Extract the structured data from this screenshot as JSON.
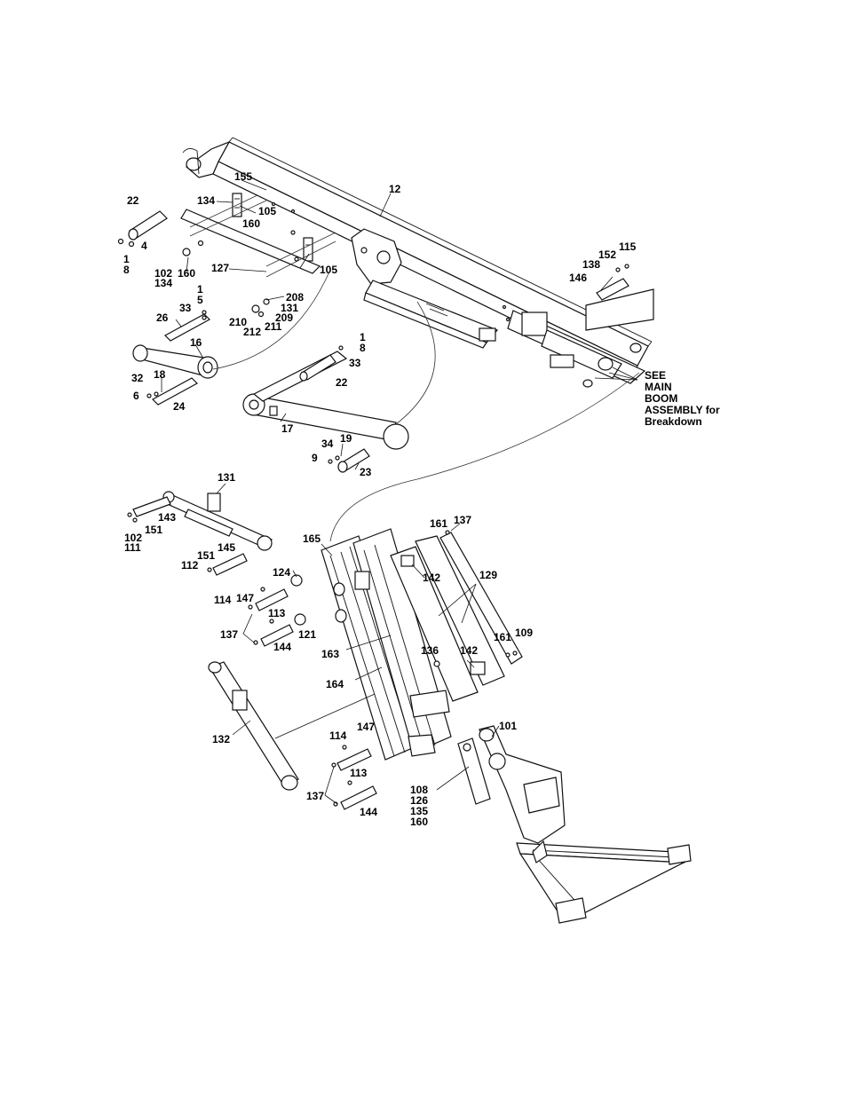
{
  "diagram": {
    "note_lines": [
      "SEE",
      "MAIN",
      "BOOM",
      "ASSEMBLY for",
      "Breakdown"
    ],
    "callouts": {
      "c12": "12",
      "c155": "155",
      "c134a": "134",
      "c105a": "105",
      "c160a": "160",
      "c22a": "22",
      "c4": "4",
      "c1a": "1",
      "c8a": "8",
      "c102a": "102",
      "c134b": "134",
      "c160b": "160",
      "c127": "127",
      "c105b": "105",
      "c1b": "1",
      "c5": "5",
      "c33a": "33",
      "c208": "208",
      "c131a": "131",
      "c209": "209",
      "c210": "210",
      "c212": "212",
      "c211": "211",
      "c26": "26",
      "c16": "16",
      "c1c": "1",
      "c8c": "8",
      "c33b": "33",
      "c22b": "22",
      "c32": "32",
      "c18": "18",
      "c6": "6",
      "c24": "24",
      "c17": "17",
      "c34": "34",
      "c19": "19",
      "c9": "9",
      "c23": "23",
      "c115": "115",
      "c152": "152",
      "c138": "138",
      "c146": "146",
      "c131b": "131",
      "c143": "143",
      "c151a": "151",
      "c102b": "102",
      "c111": "111",
      "c165": "165",
      "c161a": "161",
      "c137a": "137",
      "c129": "129",
      "c142a": "142",
      "c151b": "151",
      "c145": "145",
      "c112": "112",
      "c124": "124",
      "c147a": "147",
      "c114a": "114",
      "c113a": "113",
      "c121": "121",
      "c137b": "137",
      "c144a": "144",
      "c163": "163",
      "c136": "136",
      "c142b": "142",
      "c161b": "161",
      "c109": "109",
      "c164": "164",
      "c132": "132",
      "c101": "101",
      "c114b": "114",
      "c147b": "147",
      "c113b": "113",
      "c108": "108",
      "c126": "126",
      "c135": "135",
      "c160c": "160",
      "c137c": "137",
      "c144b": "144"
    }
  }
}
